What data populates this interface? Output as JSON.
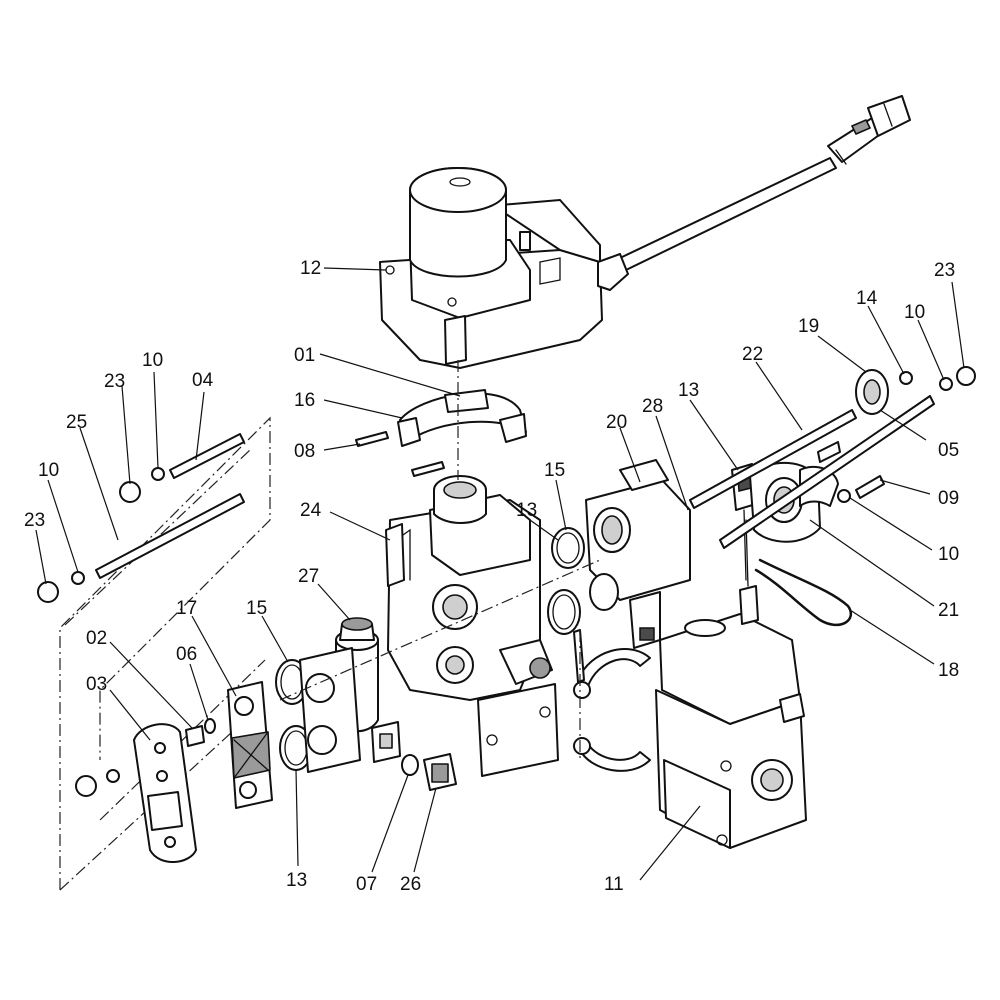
{
  "diagram": {
    "callouts": [
      {
        "id": "c12a",
        "text": "12"
      },
      {
        "id": "c01",
        "text": "01"
      },
      {
        "id": "c16",
        "text": "16"
      },
      {
        "id": "c08",
        "text": "08"
      },
      {
        "id": "c23a",
        "text": "23"
      },
      {
        "id": "c10a",
        "text": "10"
      },
      {
        "id": "c04",
        "text": "04"
      },
      {
        "id": "c25",
        "text": "25"
      },
      {
        "id": "c10b",
        "text": "10"
      },
      {
        "id": "c23b",
        "text": "23"
      },
      {
        "id": "c24",
        "text": "24"
      },
      {
        "id": "c27",
        "text": "27"
      },
      {
        "id": "c15a",
        "text": "15"
      },
      {
        "id": "c17",
        "text": "17"
      },
      {
        "id": "c02",
        "text": "02"
      },
      {
        "id": "c06",
        "text": "06"
      },
      {
        "id": "c03",
        "text": "03"
      },
      {
        "id": "c13a",
        "text": "13"
      },
      {
        "id": "c07",
        "text": "07"
      },
      {
        "id": "c26",
        "text": "26"
      },
      {
        "id": "c13b",
        "text": "13"
      },
      {
        "id": "c15b",
        "text": "15"
      },
      {
        "id": "c20",
        "text": "20"
      },
      {
        "id": "c28",
        "text": "28"
      },
      {
        "id": "c13c",
        "text": "13"
      },
      {
        "id": "c22",
        "text": "22"
      },
      {
        "id": "c19",
        "text": "19"
      },
      {
        "id": "c14",
        "text": "14"
      },
      {
        "id": "c10c",
        "text": "10"
      },
      {
        "id": "c23c",
        "text": "23"
      },
      {
        "id": "c05",
        "text": "05"
      },
      {
        "id": "c09",
        "text": "09"
      },
      {
        "id": "c10d",
        "text": "10"
      },
      {
        "id": "c21",
        "text": "21"
      },
      {
        "id": "c18",
        "text": "18"
      },
      {
        "id": "c11",
        "text": "11"
      }
    ],
    "colors": {
      "line": "#111111",
      "shade": "#9a9a9a",
      "background": "#ffffff"
    }
  }
}
